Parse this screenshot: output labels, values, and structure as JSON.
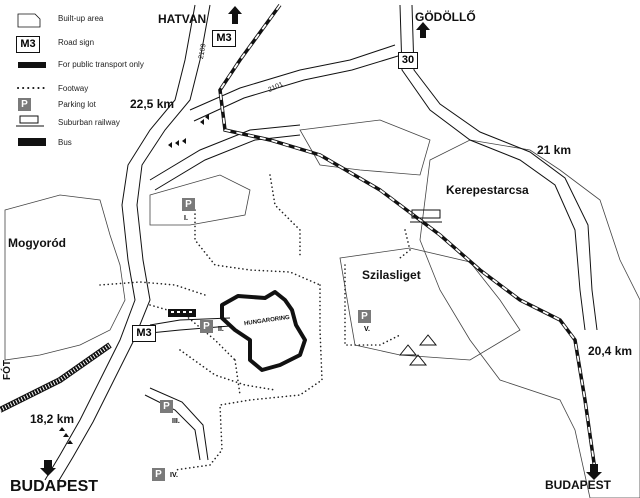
{
  "legend": {
    "built_up": "Built-up area",
    "road_sign": "Road sign",
    "road_sign_icon": "M3",
    "public_transport": "For public transport only",
    "footway": "Footway",
    "parking": "Parking lot",
    "railway": "Suburban railway",
    "bus": "Bus"
  },
  "places": {
    "hatvan": "HATVAN",
    "godollo": "GÖDÖLLŐ",
    "kerepestarcsa": "Kerepestarcsa",
    "szilasliget": "Szilasliget",
    "mogyorod": "Mogyoród",
    "fot": "FÓT",
    "budapest_left": "BUDAPEST",
    "budapest_right": "BUDAPEST",
    "hungaroring": "HUNGARORING"
  },
  "distances": {
    "d1": "22,5 km",
    "d2": "21 km",
    "d3": "20,4 km",
    "d4": "18,2 km"
  },
  "roads": {
    "m3_top": "M3",
    "m3_bottom": "M3",
    "r30": "30",
    "r2101": "2101",
    "r2109": "2109"
  },
  "parking": {
    "p": "P",
    "lots": [
      "I.",
      "II.",
      "III.",
      "IV.",
      "V."
    ]
  },
  "colors": {
    "ink": "#111111",
    "parking_fill": "#7a7a7a",
    "background": "#ffffff"
  }
}
